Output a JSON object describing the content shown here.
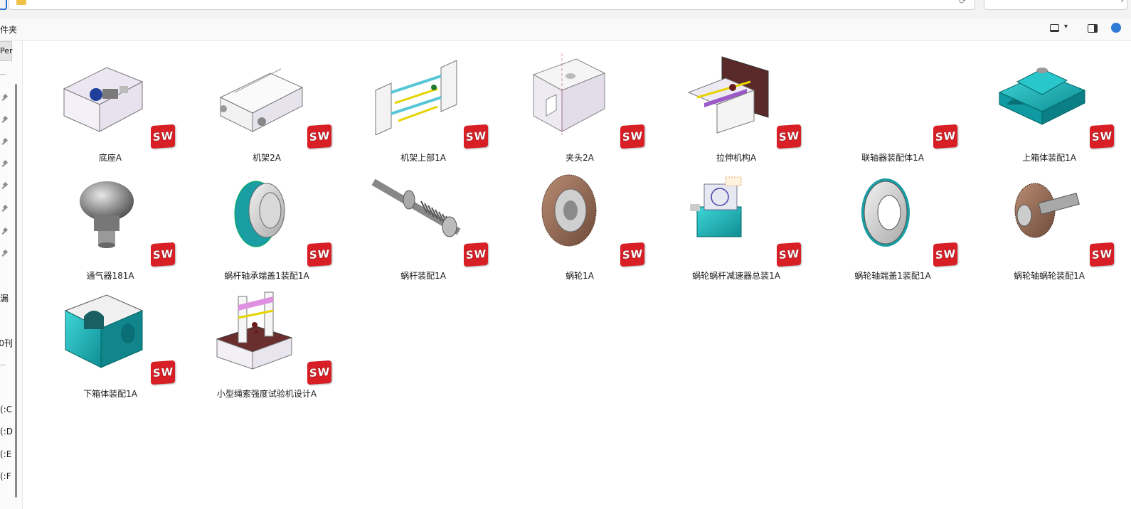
{
  "toolbar": {
    "new_folder_label": "件夹"
  },
  "nav": {
    "selected_label": "Per",
    "items": [
      {
        "label": "漏"
      },
      {
        "label": "0刊"
      },
      {
        "label": "C:)"
      },
      {
        "label": "D:)"
      },
      {
        "label": "E:)"
      },
      {
        "label": "F:)"
      }
    ]
  },
  "files": [
    {
      "name": "底座A",
      "icon": "assembly-box-icon"
    },
    {
      "name": "机架2A",
      "icon": "frame-icon"
    },
    {
      "name": "机架上部1A",
      "icon": "frame-top-icon"
    },
    {
      "name": "夹头2A",
      "icon": "chuck-icon"
    },
    {
      "name": "拉伸机构A",
      "icon": "tension-mechanism-icon"
    },
    {
      "name": "联轴器装配体1A",
      "icon": "blank-icon"
    },
    {
      "name": "上箱体装配1A",
      "icon": "upper-housing-icon"
    },
    {
      "name": "通气器181A",
      "icon": "vent-cap-icon"
    },
    {
      "name": "蜗杆轴承端盖1装配1A",
      "icon": "bearing-cover-icon"
    },
    {
      "name": "蜗杆装配1A",
      "icon": "worm-shaft-icon"
    },
    {
      "name": "蜗轮1A",
      "icon": "worm-gear-icon"
    },
    {
      "name": "蜗轮蜗杆减速器总装1A",
      "icon": "reducer-icon"
    },
    {
      "name": "蜗轮轴端盖1装配1A",
      "icon": "end-cover-icon"
    },
    {
      "name": "蜗轮轴蜗轮装配1A",
      "icon": "gear-shaft-icon"
    },
    {
      "name": "下箱体装配1A",
      "icon": "lower-housing-icon"
    },
    {
      "name": "小型绳索强度试验机设计A",
      "icon": "test-machine-icon"
    }
  ],
  "badge": {
    "letter1": "S",
    "letter2": "W",
    "color": "#d91f26"
  }
}
